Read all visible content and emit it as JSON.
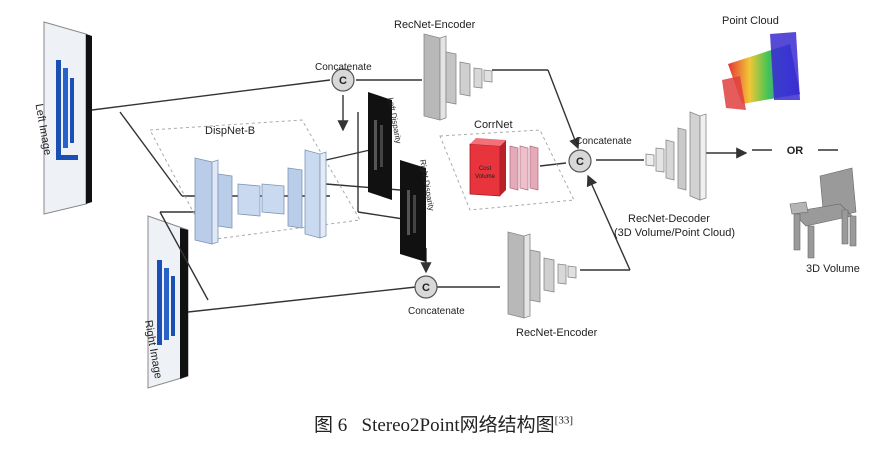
{
  "labels": {
    "left_image": "Left Image",
    "right_image": "Right Image",
    "dispnet": "DispNet-B",
    "left_disparity": "Left Disparity",
    "right_disparity": "Right Disparity",
    "concat_top": "Concatenate",
    "concat_bottom": "Concatenate",
    "concat_right": "Concatenate",
    "concat_symbol": "C",
    "encoder_top": "RecNet-Encoder",
    "encoder_bottom": "RecNet-Encoder",
    "corrnet": "CorrNet",
    "cost_volume_1": "Cost",
    "cost_volume_2": "Volume",
    "decoder": "RecNet-Decoder",
    "decoder_sub": "(3D Volume/Point Cloud)",
    "or": "OR",
    "point_cloud": "Point Cloud",
    "volume_3d": "3D Volume"
  },
  "caption": {
    "prefix": "图 6",
    "text": "Stereo2Point网络结构图",
    "ref": "[33]"
  },
  "colors": {
    "line": "#333333",
    "block_blue": "#c9d9ef",
    "block_gray": "#cfcfcf",
    "cost_volume": "#e8343c",
    "corr_pink": "#e5aab8",
    "disparity": "#111111"
  }
}
